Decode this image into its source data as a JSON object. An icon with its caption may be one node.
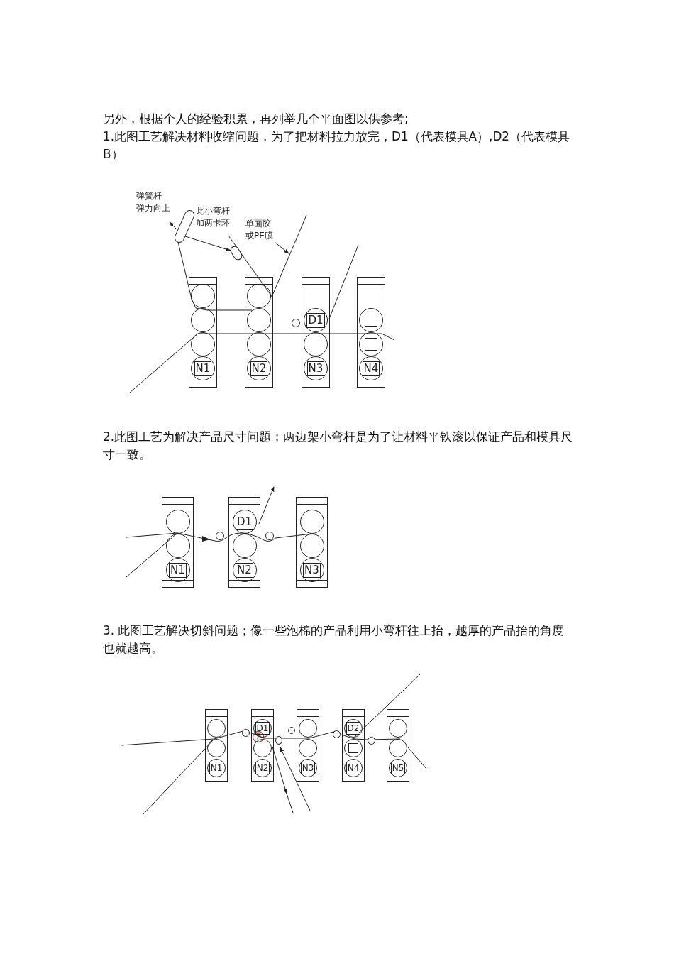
{
  "diagram": {
    "nodes": [
      {
        "text": [
          "单面胶或PE膜"
        ]
      },
      {
        "text": [],
        "shape": "bar"
      },
      {
        "text": [],
        "shape": "bar"
      },
      {
        "text": [],
        "shape": "box"
      },
      {
        "text": [],
        "shape": "circle",
        "in": 3
      },
      {
        "text": [],
        "shape": "circle",
        "in": 3
      },
      {
        "text": [],
        "shape": "circle",
        "in": 3
      },
      {
        "text": [
          "N1"
        ],
        "in": 3
      },
      {
        "text": [],
        "shape": "box"
      },
      {
        "text": [],
        "shape": "circle",
        "in": 8
      },
      {
        "text": [],
        "shape": "circle",
        "in": 8
      },
      {
        "text": [],
        "shape": "circle",
        "in": 8
      },
      {
        "text": [
          "N2"
        ],
        "in": 8
      },
      {
        "text": [],
        "shape": "circle"
      },
      {
        "text": [],
        "shape": "box"
      },
      {
        "text": [
          "D1"
        ],
        "in": 14
      },
      {
        "text": [],
        "shape": "circle",
        "in": 14
      },
      {
        "text": [
          "N3"
        ],
        "in": 14
      },
      {
        "text": [],
        "shape": "box"
      },
      {
        "text": [],
        "shape": "circle",
        "in": 18
      },
      {
        "text": [],
        "shape": "circle",
        "in": 18
      },
      {
        "text": [
          "N4"
        ],
        "in": 18
      },
      {
        "text": [],
        "shape": "box"
      },
      {
        "text": [],
        "shape": "circle",
        "in": 22
      },
      {
        "text": [],
        "shape": "circle",
        "in": 22
      },
      {
        "text": [
          "N1"
        ],
        "in": 22
      },
      {
        "text": [],
        "shape": "circle"
      },
      {
        "text": [],
        "shape": "box"
      },
      {
        "text": [
          "D1"
        ],
        "in": 27
      },
      {
        "text": [],
        "shape": "circle",
        "in": 27
      },
      {
        "text": [
          "N2"
        ],
        "in": 27
      },
      {
        "text": [],
        "shape": "circle"
      },
      {
        "text": [],
        "shape": "box"
      },
      {
        "text": [],
        "shape": "circle",
        "in": 32
      },
      {
        "text": [],
        "shape": "circle",
        "in": 32
      },
      {
        "text": [
          "N3"
        ],
        "in": 32
      },
      {
        "text": [],
        "shape": "box"
      },
      {
        "text": [],
        "shape": "circle",
        "in": 36
      },
      {
        "text": [],
        "shape": "circle",
        "in": 36
      },
      {
        "text": [
          "N1"
        ],
        "in": 36
      },
      {
        "text": [],
        "shape": "circle"
      },
      {
        "text": [],
        "shape": "box"
      },
      {
        "text": [
          "D1"
        ],
        "in": 41
      },
      {
        "text": [],
        "shape": "circle",
        "in": 41
      },
      {
        "text": [
          "N2"
        ],
        "in": 41
      },
      {
        "text": [],
        "shape": "circle"
      },
      {
        "text": [],
        "shape": "circle"
      },
      {
        "text": [],
        "shape": "box"
      },
      {
        "text": [],
        "shape": "circle",
        "in": 47
      },
      {
        "text": [],
        "shape": "circle",
        "in": 47
      },
      {
        "text": [
          "N3"
        ],
        "in": 47
      },
      {
        "text": [],
        "shape": "circle"
      },
      {
        "text": [],
        "shape": "box"
      },
      {
        "text": [
          "D2"
        ],
        "in": 52
      },
      {
        "text": [],
        "shape": "circle",
        "in": 52
      },
      {
        "text": [
          "N4"
        ],
        "in": 52
      },
      {
        "text": [],
        "shape": "circle"
      },
      {
        "text": [],
        "shape": "box"
      },
      {
        "text": [],
        "shape": "circle",
        "in": 57
      },
      {
        "text": [],
        "shape": "circle",
        "in": 57
      },
      {
        "text": [
          "N5"
        ],
        "in": 57
      }
    ],
    "edges": [
      {
        "from": 0,
        "to": null,
        "arrow": "to"
      },
      {
        "from": 1,
        "to": 2,
        "arrow": "to"
      },
      {
        "from": 1,
        "to": 10,
        "arrow": "none"
      }
    ],
    "labels": [
      "另外，根据个人的经验积累，再列举几个平面图以供参考;",
      "1.此图工艺解决材料收缩问题，为了把材料拉力放完，D1（代表模具A）,D2（代表模具B）",
      "弹簧杆弹力向上",
      "此小弯杆加两卡环",
      "2.此图工艺为解决产品尺寸问题；两边架小弯杆是为了让材料平铁滚以保证产品和模具尺寸一致。",
      "3. 此图工艺解决切斜问题；像一些泡棉的产品利用小弯杆往上抬，越厚的产品抬的角度也就越高。"
    ]
  }
}
